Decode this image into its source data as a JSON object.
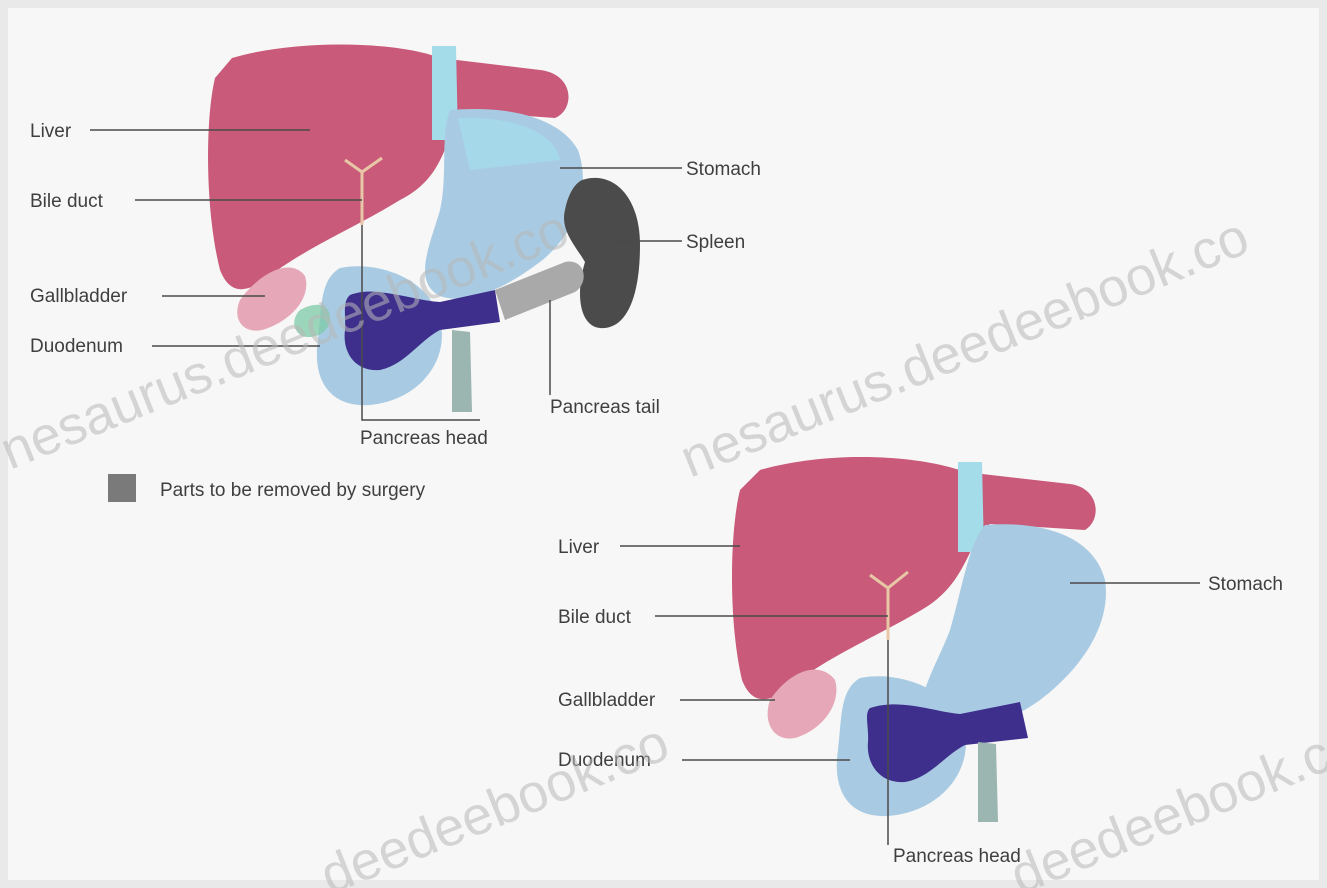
{
  "diagram1": {
    "labels": {
      "liver": "Liver",
      "bile_duct": "Bile duct",
      "gallbladder": "Gallbladder",
      "duodenum": "Duodenum",
      "stomach": "Stomach",
      "spleen": "Spleen",
      "pancreas_tail": "Pancreas tail",
      "pancreas_head": "Pancreas head"
    },
    "legend_text": "Parts to be removed by surgery"
  },
  "diagram2": {
    "labels": {
      "liver": "Liver",
      "bile_duct": "Bile duct",
      "gallbladder": "Gallbladder",
      "duodenum": "Duodenum",
      "stomach": "Stomach",
      "pancreas_head": "Pancreas head"
    }
  },
  "watermarks": [
    "nesaurus.deedeebook.co",
    "nesaurus.deedeebook.co",
    "deedeebook.co",
    "deedeebook.co"
  ],
  "colors": {
    "liver": "#c95a7a",
    "stomach": "#a8cbe3",
    "stomach_light": "#a4dcea",
    "gallbladder": "#e6a8b8",
    "pancreas": "#3f2f8c",
    "spleen": "#4b4b4b",
    "pancreas_tail": "#a9a9a9",
    "vessel": "#9bb5b0",
    "legend_swatch": "#7a7a7a"
  }
}
